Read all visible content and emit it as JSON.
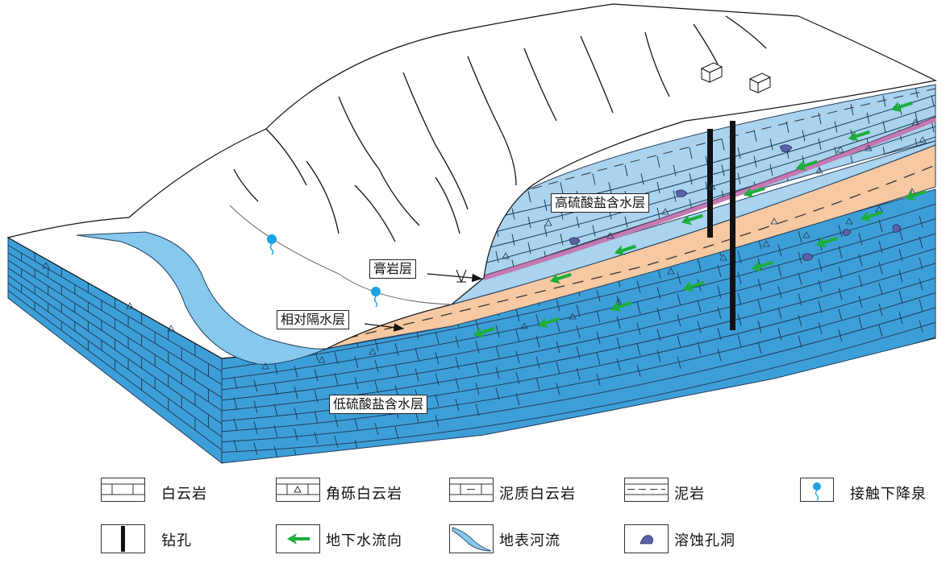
{
  "diagram": {
    "labels": {
      "high_sulfate_aquifer": "高硫酸盐含水层",
      "gypsum_layer": "膏岩层",
      "aquitard": "相对隔水层",
      "low_sulfate_aquifer": "低硫酸盐含水层"
    },
    "colors": {
      "deep_aquifer": "#3d9fd8",
      "shallow_aquifer": "#a9d3ef",
      "river": "#87c8ee",
      "gypsum": "#c479b3",
      "aquitard": "#f6c9a3",
      "flow_arrow": "#1cae3b",
      "cave": "#5b62a8",
      "spring": "#1aa3e0",
      "borehole": "#111111"
    }
  },
  "legend": [
    {
      "symbol": "dolomite-icon",
      "label": "白云岩"
    },
    {
      "symbol": "breccia-dolomite-icon",
      "label": "角砾白云岩"
    },
    {
      "symbol": "argillaceous-dolomite-icon",
      "label": "泥质白云岩"
    },
    {
      "symbol": "mudstone-icon",
      "label": "泥岩"
    },
    {
      "symbol": "contact-descending-spring-icon",
      "label": "接触下降泉"
    },
    {
      "symbol": "borehole-icon",
      "label": "钻孔"
    },
    {
      "symbol": "groundwater-flow-icon",
      "label": "地下水流向"
    },
    {
      "symbol": "surface-river-icon",
      "label": "地表河流"
    },
    {
      "symbol": "karst-cave-icon",
      "label": "溶蚀孔洞"
    }
  ]
}
